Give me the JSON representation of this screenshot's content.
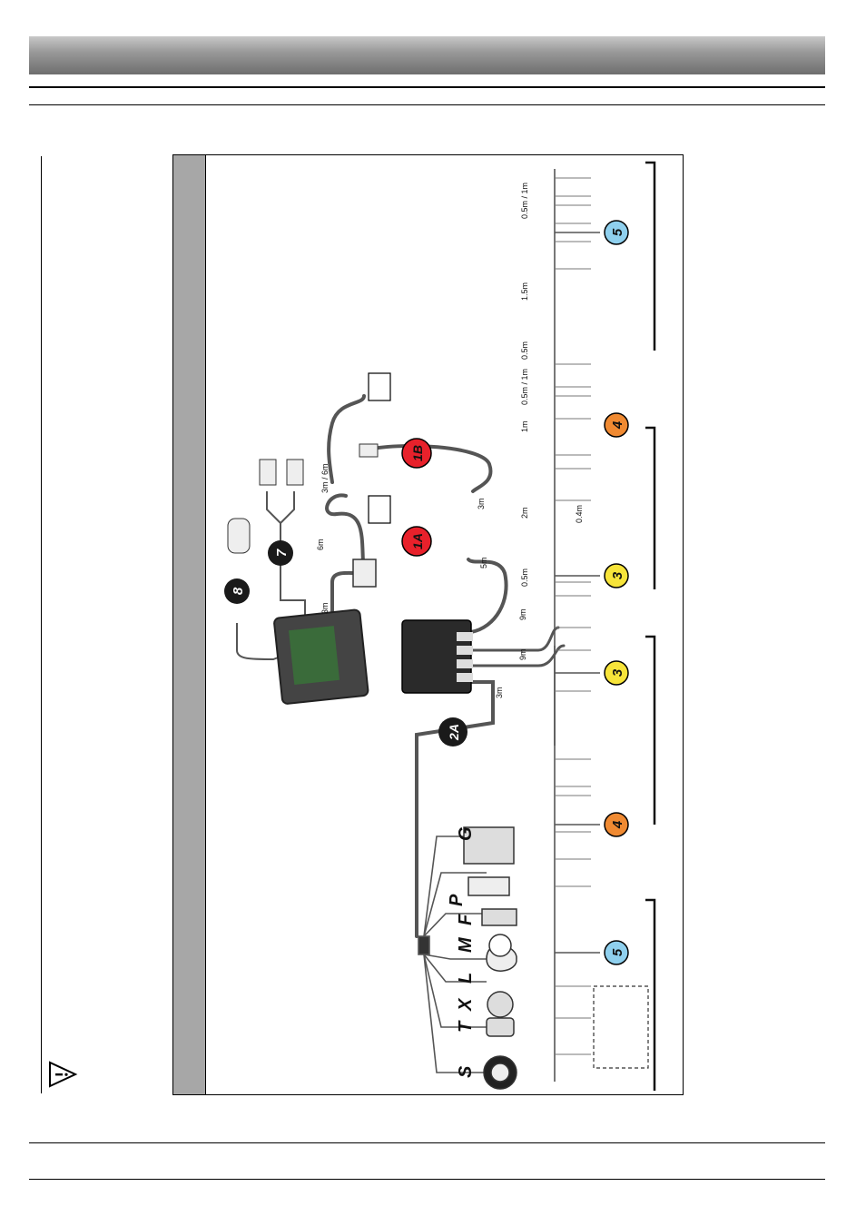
{
  "diagram": {
    "badges": {
      "b1A": "1A",
      "b1B": "1B",
      "b2A": "2A",
      "b7": "7",
      "b8": "8",
      "b3a": "3",
      "b3b": "3",
      "b4a": "4",
      "b4b": "4",
      "b5a": "5",
      "b5b": "5"
    },
    "lengths": {
      "l_3m_a": "3m",
      "l_6m": "6m",
      "l_5m": "5m",
      "l_3m6m": "3m / 6m",
      "l_3m_b": "3m",
      "l_3m_c": "3m",
      "l_9m_a": "9m",
      "l_9m_b": "9m",
      "l_05m_a": "0.5m",
      "l_2m": "2m",
      "l_04m": "0.4m",
      "l_1m": "1m",
      "l_05m1m_a": "0.5m / 1m",
      "l_05m_b": "0.5m",
      "l_15m": "1.5m",
      "l_05m1m_b": "0.5m / 1m"
    },
    "sensors": {
      "S": "S",
      "T": "T",
      "X": "X",
      "L": "L",
      "M": "M",
      "F": "F",
      "P": "P",
      "G": "G"
    },
    "colors": {
      "red_badge": "#e8212b",
      "yellow_badge": "#f7e43a",
      "orange_badge": "#f08a32",
      "blue_badge": "#8fd0ee",
      "black_badge": "#1a1a1a",
      "header_band": "#8a8a8a",
      "side_band": "#a7a7a7",
      "cable": "#555555"
    },
    "icons": [
      "warning-icon",
      "battery-icon",
      "screen-terminal-icon",
      "ecu-box-icon"
    ]
  }
}
